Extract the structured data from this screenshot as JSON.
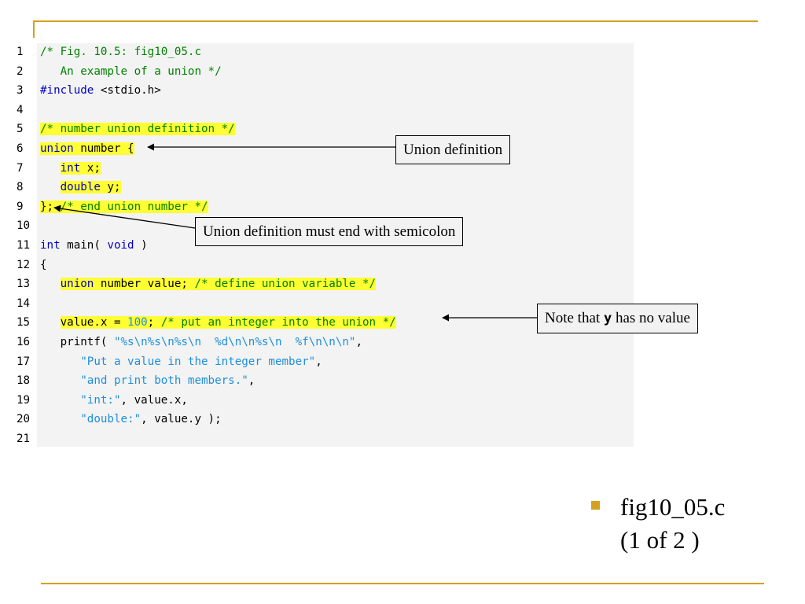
{
  "colors": {
    "accent_rule": "#d4a11e",
    "highlight": "#ffff33",
    "comment": "#008000",
    "keyword": "#0000c8",
    "string": "#1e8fdc"
  },
  "code": {
    "lines": [
      {
        "n": "1",
        "tokens": [
          {
            "t": "/* Fig. 10.5: fig10_05.c",
            "c": "cm"
          }
        ]
      },
      {
        "n": "2",
        "tokens": [
          {
            "t": "   An example of a union */",
            "c": "cm"
          }
        ]
      },
      {
        "n": "3",
        "tokens": [
          {
            "t": "#include",
            "c": "kw"
          },
          {
            "t": " <stdio.h>",
            "c": ""
          }
        ]
      },
      {
        "n": "4",
        "tokens": []
      },
      {
        "n": "5",
        "tokens": [
          {
            "t": "/* number union definition */",
            "c": "cm",
            "h": true
          }
        ]
      },
      {
        "n": "6",
        "tokens": [
          {
            "t": "union",
            "c": "kw",
            "h": true
          },
          {
            "t": " number {",
            "c": "",
            "h": true
          }
        ]
      },
      {
        "n": "7",
        "tokens": [
          {
            "t": "   "
          },
          {
            "t": "int",
            "c": "kw",
            "h": true
          },
          {
            "t": " x;",
            "c": "",
            "h": true
          }
        ]
      },
      {
        "n": "8",
        "tokens": [
          {
            "t": "   "
          },
          {
            "t": "double",
            "c": "kw",
            "h": true
          },
          {
            "t": " y;",
            "c": "",
            "h": true
          }
        ]
      },
      {
        "n": "9",
        "tokens": [
          {
            "t": "};",
            "c": "",
            "h": true
          },
          {
            "t": " /* end union number */",
            "c": "cm",
            "h": true
          }
        ]
      },
      {
        "n": "10",
        "tokens": []
      },
      {
        "n": "11",
        "tokens": [
          {
            "t": "int",
            "c": "kw"
          },
          {
            "t": " main( ",
            "c": ""
          },
          {
            "t": "void",
            "c": "kw"
          },
          {
            "t": " )",
            "c": ""
          }
        ]
      },
      {
        "n": "12",
        "tokens": [
          {
            "t": "{",
            "c": ""
          }
        ]
      },
      {
        "n": "13",
        "tokens": [
          {
            "t": "   "
          },
          {
            "t": "union",
            "c": "kw",
            "h": true
          },
          {
            "t": " number value;",
            "c": "",
            "h": true
          },
          {
            "t": " /* define union variable */",
            "c": "cm",
            "h": true
          }
        ]
      },
      {
        "n": "14",
        "tokens": []
      },
      {
        "n": "15",
        "tokens": [
          {
            "t": "   "
          },
          {
            "t": "value.x = ",
            "c": "",
            "h": true
          },
          {
            "t": "100",
            "c": "nm",
            "h": true
          },
          {
            "t": ";",
            "c": "",
            "h": true
          },
          {
            "t": " /* put an integer into the union */",
            "c": "cm",
            "h": true
          }
        ]
      },
      {
        "n": "16",
        "tokens": [
          {
            "t": "   printf( ",
            "c": ""
          },
          {
            "t": "\"%s\\n%s\\n%s\\n  %d\\n\\n%s\\n  %f\\n\\n\\n\"",
            "c": "st"
          },
          {
            "t": ",",
            "c": ""
          }
        ]
      },
      {
        "n": "17",
        "tokens": [
          {
            "t": "      "
          },
          {
            "t": "\"Put a value in the integer member\"",
            "c": "st"
          },
          {
            "t": ",",
            "c": ""
          }
        ]
      },
      {
        "n": "18",
        "tokens": [
          {
            "t": "      "
          },
          {
            "t": "\"and print both members.\"",
            "c": "st"
          },
          {
            "t": ",",
            "c": ""
          }
        ]
      },
      {
        "n": "19",
        "tokens": [
          {
            "t": "      "
          },
          {
            "t": "\"int:\"",
            "c": "st"
          },
          {
            "t": ", value.x,",
            "c": ""
          }
        ]
      },
      {
        "n": "20",
        "tokens": [
          {
            "t": "      "
          },
          {
            "t": "\"double:\"",
            "c": "st"
          },
          {
            "t": ", value.y );",
            "c": ""
          }
        ]
      },
      {
        "n": "21",
        "tokens": []
      }
    ]
  },
  "callouts": {
    "union_definition": "Union definition",
    "semicolon": "Union definition must end with semicolon",
    "note_prefix": "Note that ",
    "note_code": "y",
    "note_suffix": " has no value"
  },
  "caption": {
    "line1": "fig10_05.c",
    "line2": "(1 of 2 )"
  }
}
